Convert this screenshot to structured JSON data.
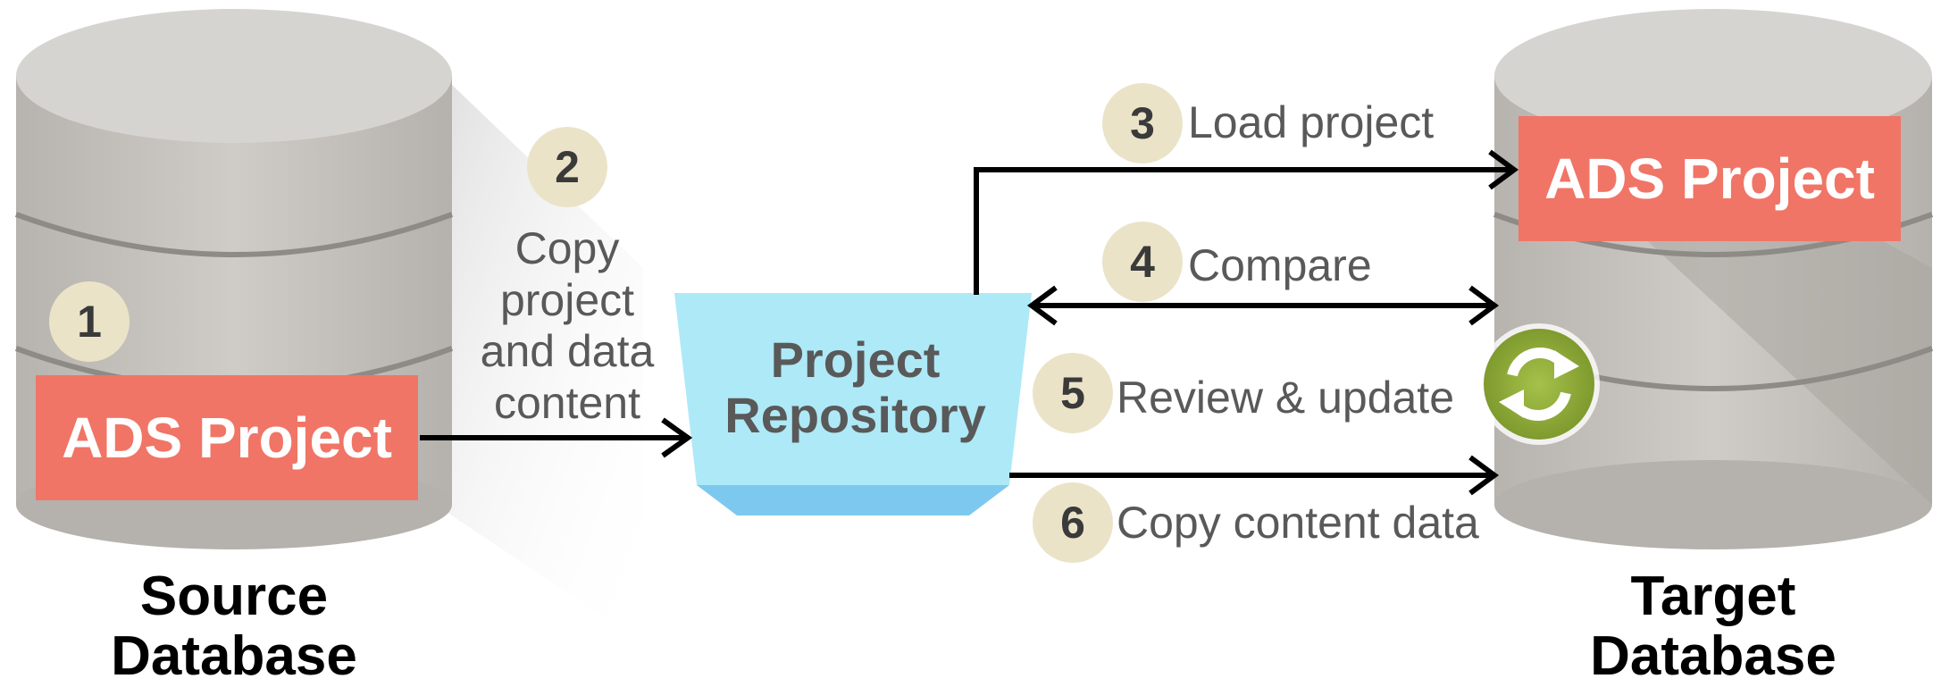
{
  "source_db": {
    "project_label": "ADS Project",
    "title_line1": "Source",
    "title_line2": "Database"
  },
  "target_db": {
    "project_label": "ADS Project",
    "title_line1": "Target",
    "title_line2": "Database"
  },
  "repository": {
    "line1": "Project",
    "line2": "Repository"
  },
  "steps": [
    {
      "number": "1",
      "label": ""
    },
    {
      "number": "2",
      "lines": [
        "Copy",
        "project",
        "and data",
        "content"
      ]
    },
    {
      "number": "3",
      "label": "Load project"
    },
    {
      "number": "4",
      "label": "Compare"
    },
    {
      "number": "5",
      "label": "Review & update"
    },
    {
      "number": "6",
      "label": "Copy content data"
    }
  ],
  "colors": {
    "project_box": "#f07566",
    "badge": "#ebe3c8",
    "repository": "#aee9f7",
    "sync_icon": "#8aa838"
  }
}
